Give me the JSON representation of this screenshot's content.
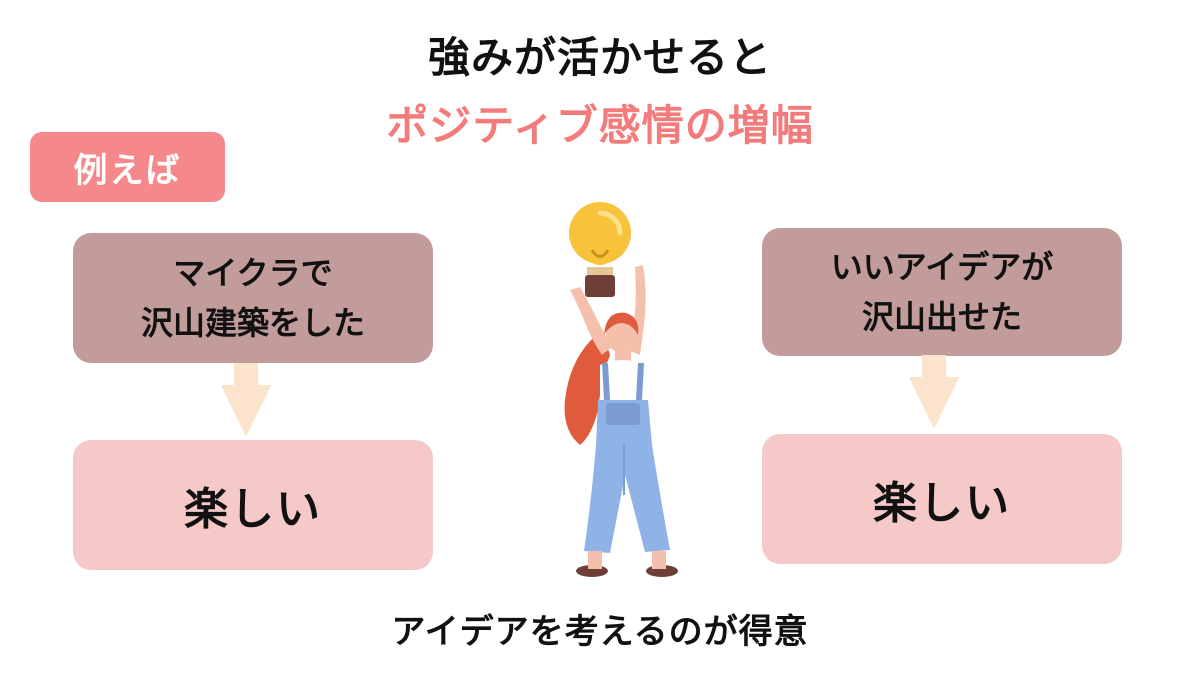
{
  "header": {
    "title_line1": "強みが活かせると",
    "title_line2": "ポジティブ感情の増幅"
  },
  "example_badge": "例えば",
  "left_column": {
    "top_box": "マイクラで\n沢山建築をした",
    "bottom_box": "楽しい"
  },
  "right_column": {
    "top_box": "いいアイデアが\n沢山出せた",
    "bottom_box": "楽しい"
  },
  "caption": "アイデアを考えるのが得意",
  "colors": {
    "accent_pink": "#f47b7b",
    "badge": "#f4888a",
    "box_top": "#c29c9b",
    "box_bottom": "#f4c9c8",
    "arrow": "#fbe3cc"
  }
}
